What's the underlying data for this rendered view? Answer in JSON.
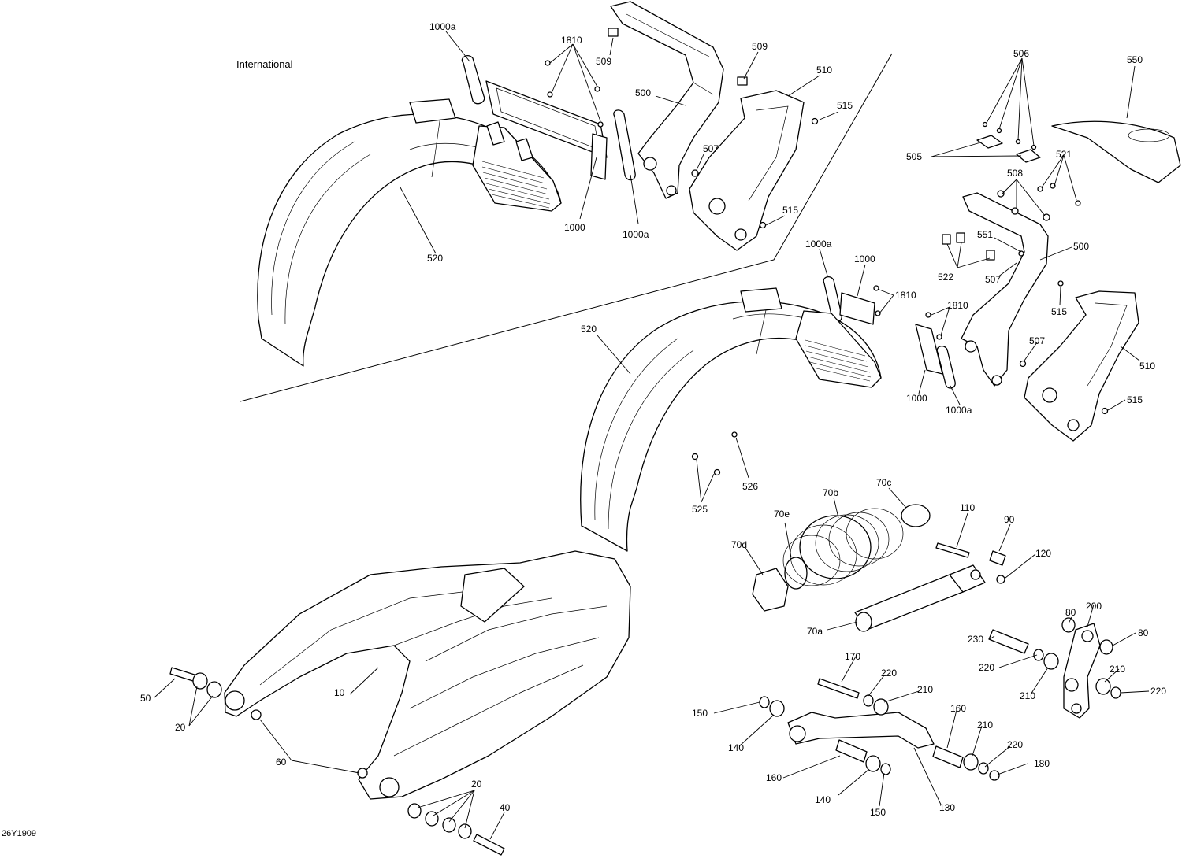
{
  "diagram": {
    "region_label": "International",
    "drawing_code": "26Y1909",
    "callouts": [
      {
        "id": "c-1000a-1",
        "text": "1000a"
      },
      {
        "id": "c-1810-1",
        "text": "1810"
      },
      {
        "id": "c-509-1",
        "text": "509"
      },
      {
        "id": "c-509-2",
        "text": "509"
      },
      {
        "id": "c-500-1",
        "text": "500"
      },
      {
        "id": "c-510-1",
        "text": "510"
      },
      {
        "id": "c-515-1",
        "text": "515"
      },
      {
        "id": "c-507-1",
        "text": "507"
      },
      {
        "id": "c-515-2",
        "text": "515"
      },
      {
        "id": "c-1000-1",
        "text": "1000"
      },
      {
        "id": "c-1000a-2",
        "text": "1000a"
      },
      {
        "id": "c-520-1",
        "text": "520"
      },
      {
        "id": "c-506",
        "text": "506"
      },
      {
        "id": "c-550",
        "text": "550"
      },
      {
        "id": "c-505",
        "text": "505"
      },
      {
        "id": "c-521",
        "text": "521"
      },
      {
        "id": "c-508",
        "text": "508"
      },
      {
        "id": "c-551",
        "text": "551"
      },
      {
        "id": "c-500-2",
        "text": "500"
      },
      {
        "id": "c-522",
        "text": "522"
      },
      {
        "id": "c-507-2",
        "text": "507"
      },
      {
        "id": "c-1000a-3",
        "text": "1000a"
      },
      {
        "id": "c-1000-2",
        "text": "1000"
      },
      {
        "id": "c-1810-2",
        "text": "1810"
      },
      {
        "id": "c-1810-3",
        "text": "1810"
      },
      {
        "id": "c-515-3",
        "text": "515"
      },
      {
        "id": "c-507-3",
        "text": "507"
      },
      {
        "id": "c-510-2",
        "text": "510"
      },
      {
        "id": "c-515-4",
        "text": "515"
      },
      {
        "id": "c-1000-3",
        "text": "1000"
      },
      {
        "id": "c-1000a-4",
        "text": "1000a"
      },
      {
        "id": "c-520-2",
        "text": "520"
      },
      {
        "id": "c-526",
        "text": "526"
      },
      {
        "id": "c-525",
        "text": "525"
      },
      {
        "id": "c-70c",
        "text": "70c"
      },
      {
        "id": "c-70b",
        "text": "70b"
      },
      {
        "id": "c-70e",
        "text": "70e"
      },
      {
        "id": "c-70d",
        "text": "70d"
      },
      {
        "id": "c-110",
        "text": "110"
      },
      {
        "id": "c-90",
        "text": "90"
      },
      {
        "id": "c-120",
        "text": "120"
      },
      {
        "id": "c-70a",
        "text": "70a"
      },
      {
        "id": "c-80-1",
        "text": "80"
      },
      {
        "id": "c-200",
        "text": "200"
      },
      {
        "id": "c-80-2",
        "text": "80"
      },
      {
        "id": "c-230",
        "text": "230"
      },
      {
        "id": "c-220-1",
        "text": "220"
      },
      {
        "id": "c-210-1",
        "text": "210"
      },
      {
        "id": "c-210-2",
        "text": "210"
      },
      {
        "id": "c-220-2",
        "text": "220"
      },
      {
        "id": "c-170",
        "text": "170"
      },
      {
        "id": "c-220-3",
        "text": "220"
      },
      {
        "id": "c-210-3",
        "text": "210"
      },
      {
        "id": "c-150-1",
        "text": "150"
      },
      {
        "id": "c-140-1",
        "text": "140"
      },
      {
        "id": "c-160-1",
        "text": "160"
      },
      {
        "id": "c-210-4",
        "text": "210"
      },
      {
        "id": "c-220-4",
        "text": "220"
      },
      {
        "id": "c-180",
        "text": "180"
      },
      {
        "id": "c-160-2",
        "text": "160"
      },
      {
        "id": "c-140-2",
        "text": "140"
      },
      {
        "id": "c-150-2",
        "text": "150"
      },
      {
        "id": "c-130",
        "text": "130"
      },
      {
        "id": "c-50",
        "text": "50"
      },
      {
        "id": "c-20-1",
        "text": "20"
      },
      {
        "id": "c-10",
        "text": "10"
      },
      {
        "id": "c-60",
        "text": "60"
      },
      {
        "id": "c-20-2",
        "text": "20"
      },
      {
        "id": "c-40",
        "text": "40"
      }
    ]
  }
}
